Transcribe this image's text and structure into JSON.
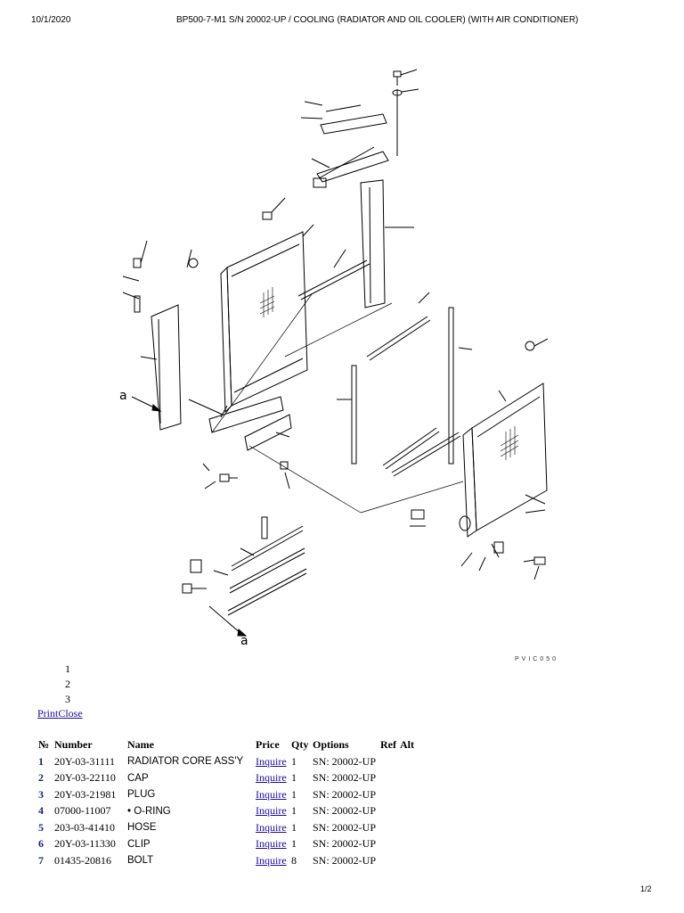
{
  "header": {
    "date": "10/1/2020",
    "title": "BP500-7-M1 S/N 20002-UP / COOLING (RADIATOR AND OIL COOLER) (WITH AIR CONDITIONER)"
  },
  "diagram": {
    "callout_a": "a",
    "code": "PVIC050"
  },
  "views": [
    "1",
    "2",
    "3"
  ],
  "actions": {
    "print": "Print",
    "close": "Close"
  },
  "table": {
    "headers": [
      "№",
      "Number",
      "Name",
      "Price",
      "Qty",
      "Options",
      "Ref",
      "Alt"
    ],
    "rows": [
      {
        "no": "1",
        "number": "20Y-03-31111",
        "name": "RADIATOR CORE ASS'Y",
        "price": "Inquire",
        "qty": "1",
        "options": "SN: 20002-UP"
      },
      {
        "no": "2",
        "number": "20Y-03-22110",
        "name": "CAP",
        "price": "Inquire",
        "qty": "1",
        "options": "SN: 20002-UP"
      },
      {
        "no": "3",
        "number": "20Y-03-21981",
        "name": "PLUG",
        "price": "Inquire",
        "qty": "1",
        "options": "SN: 20002-UP"
      },
      {
        "no": "4",
        "number": "07000-11007",
        "name": "• O-RING",
        "price": "Inquire",
        "qty": "1",
        "options": "SN: 20002-UP"
      },
      {
        "no": "5",
        "number": "203-03-41410",
        "name": "HOSE",
        "price": "Inquire",
        "qty": "1",
        "options": "SN: 20002-UP"
      },
      {
        "no": "6",
        "number": "20Y-03-11330",
        "name": "CLIP",
        "price": "Inquire",
        "qty": "1",
        "options": "SN: 20002-UP"
      },
      {
        "no": "7",
        "number": "01435-20816",
        "name": "BOLT",
        "price": "Inquire",
        "qty": "8",
        "options": "SN: 20002-UP"
      }
    ]
  },
  "footer": {
    "page": "1/2"
  }
}
